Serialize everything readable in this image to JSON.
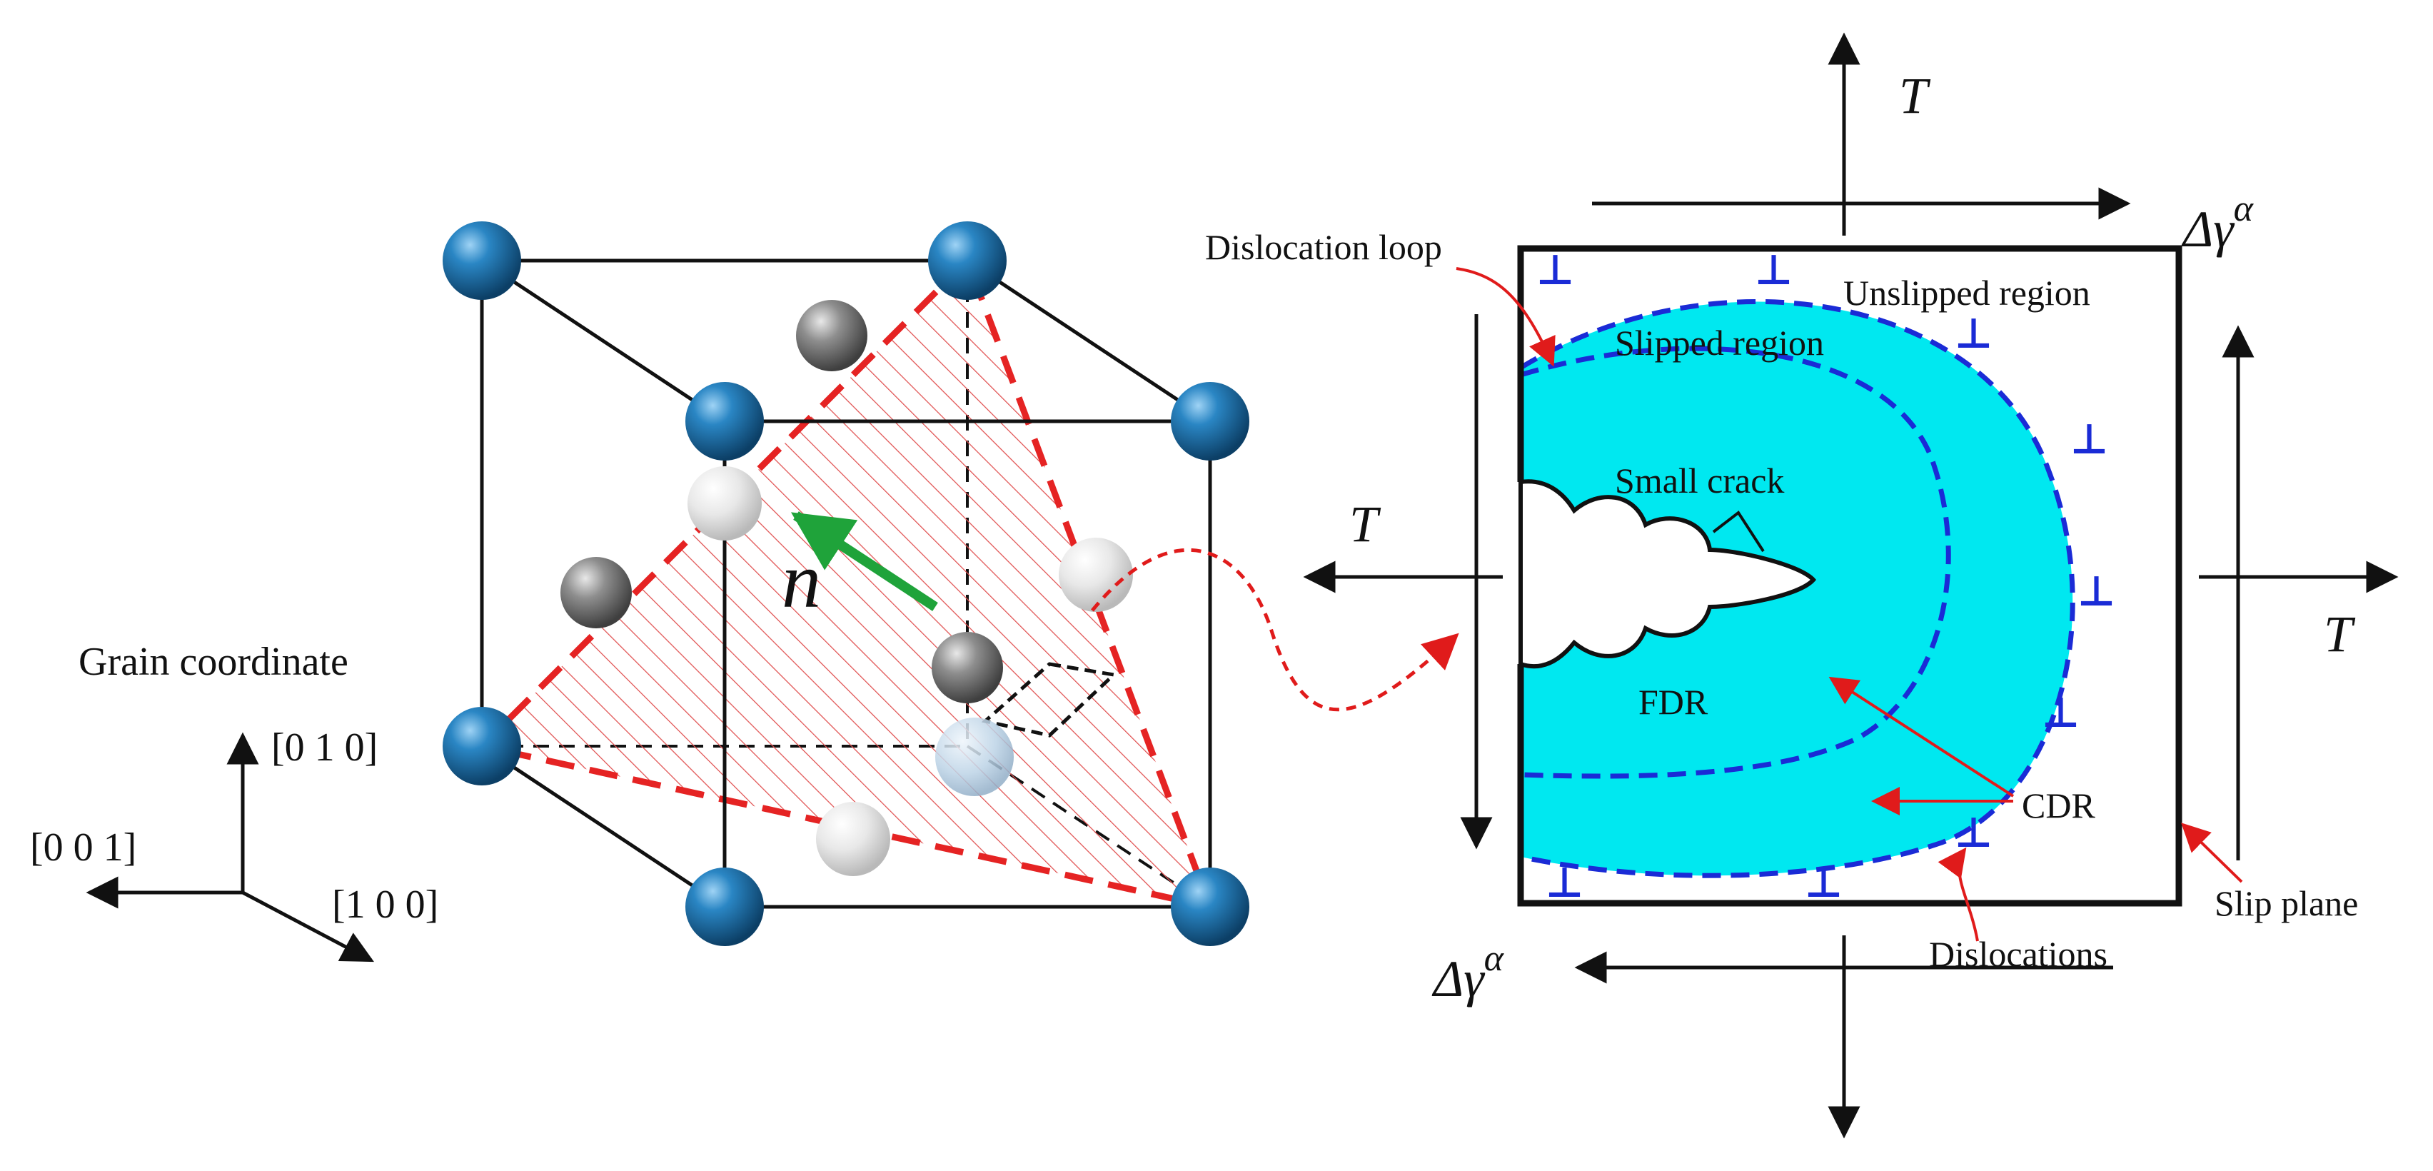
{
  "left_panel": {
    "grain_coordinate_label": "Grain coordinate",
    "axis_010": "[0 1 0]",
    "axis_001": "[0 0 1]",
    "axis_100": "[1 0 0]",
    "normal_label": "n",
    "colors": {
      "corner_atom": "#1b6fa6",
      "face_atom": "#8f8f8f",
      "light_atom": "#e6e6e6",
      "slip_plane_edge": "#e52323",
      "hatch": "#e05050",
      "normal_arrow": "#1fa33a"
    }
  },
  "right_panel": {
    "T_top": "T",
    "T_left": "T",
    "T_right": "T",
    "gamma_top_base": "Δγ",
    "gamma_top_sup": "α",
    "gamma_bottom_base": "Δγ",
    "gamma_bottom_sup": "α",
    "dislocation_loop": "Dislocation loop",
    "unslipped_region": "Unslipped region",
    "slipped_region": "Slipped region",
    "small_crack": "Small crack",
    "fdr": "FDR",
    "cdr": "CDR",
    "dislocations": "Dislocations",
    "slip_plane": "Slip plane",
    "dislocation_symbol": "⊥",
    "colors": {
      "slipped_fill": "#00e8f0",
      "dashed_boundary": "#1a2bd6",
      "dislocation_symbol": "#1a2bd6",
      "annotation_arrow": "#e01b1b"
    }
  }
}
